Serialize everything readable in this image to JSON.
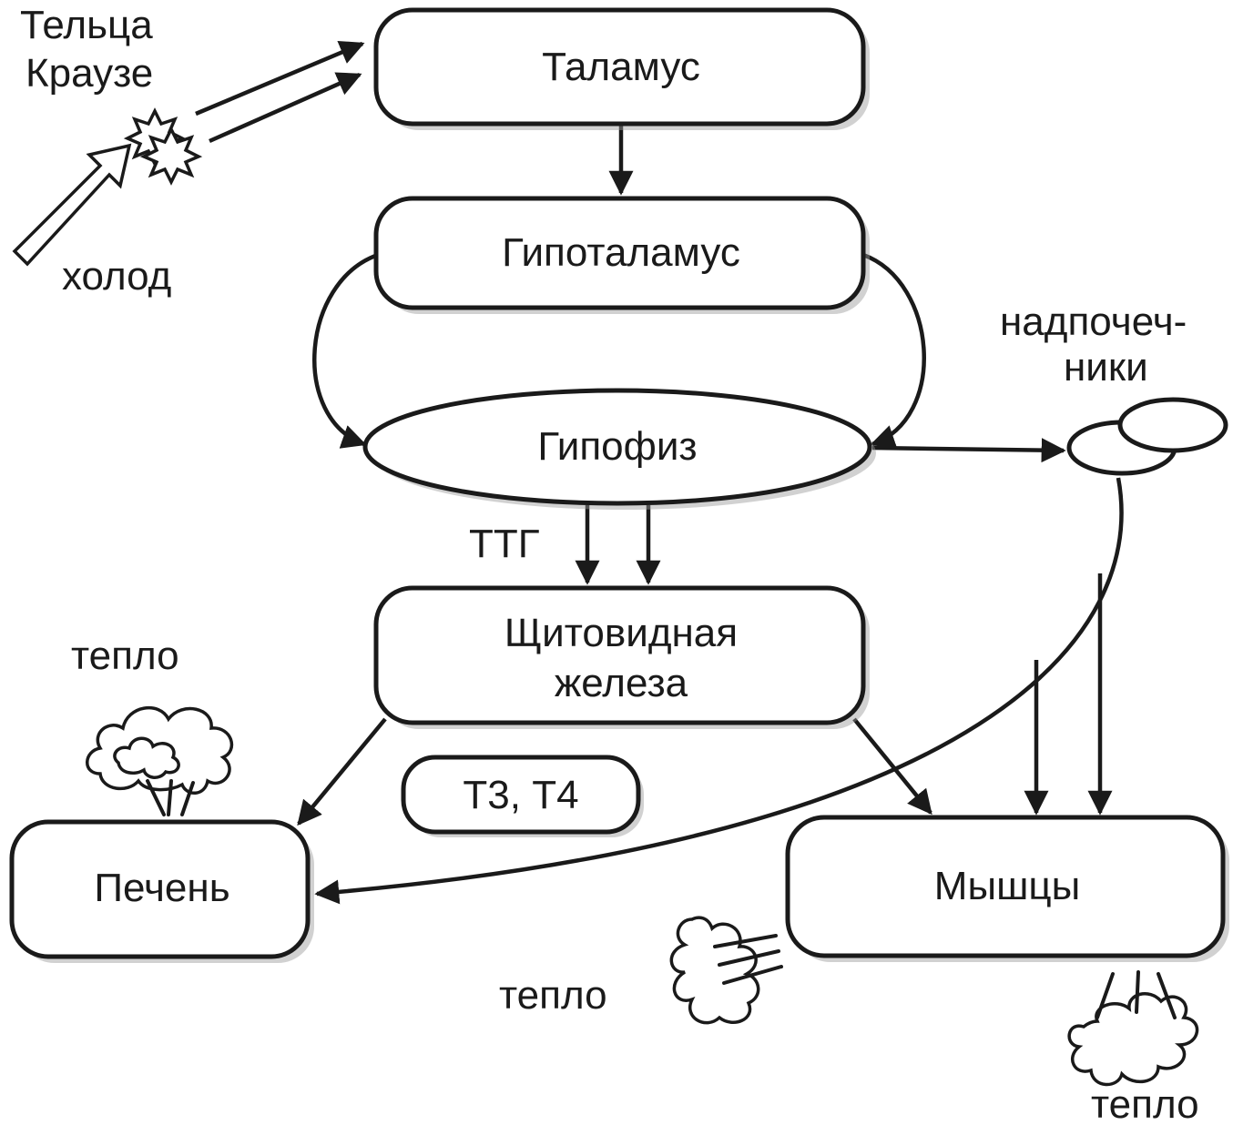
{
  "nodes": {
    "thalamus": "Таламус",
    "hypothalamus": "Гипоталамус",
    "pituitary": "Гипофиз",
    "thyroid_line1": "Щитовидная",
    "thyroid_line2": "железа",
    "t3t4": "Т3, Т4",
    "liver": "Печень",
    "muscles": "Мышцы"
  },
  "labels": {
    "krause_line1": "Тельца",
    "krause_line2": "Краузе",
    "cold": "холод",
    "adrenal_line1": "надпочеч-",
    "adrenal_line2": "ники",
    "ttg": "ТТГ",
    "heat_liver": "тепло",
    "heat_muscle_left": "тепло",
    "heat_muscle_bottom": "тепло"
  },
  "colors": {
    "stroke": "#1a1a1a",
    "fill": "#ffffff",
    "shadow": "#9a9a9a"
  }
}
